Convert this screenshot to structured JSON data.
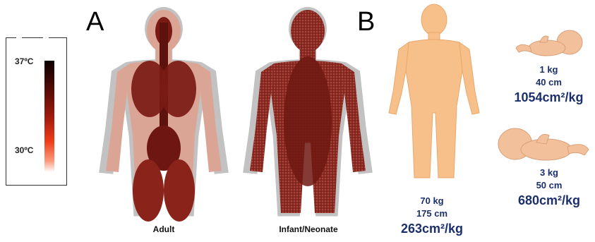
{
  "panels": {
    "a_label": "A",
    "b_label": "B"
  },
  "legend": {
    "top_label": "37ºC",
    "bottom_label": "30ºC",
    "colors": {
      "hot": "#0a0000",
      "mid": "#9e1a0c",
      "warm": "#ef3b18",
      "cool": "#ffffff"
    }
  },
  "panel_a": {
    "adult_caption": "Adult",
    "infant_caption": "Infant/Neonate"
  },
  "panel_b": {
    "adult": {
      "weight": "70 kg",
      "height": "175 cm",
      "ratio": "263cm²/kg"
    },
    "infant_1kg": {
      "weight": "1 kg",
      "height": "40 cm",
      "ratio": "1054cm²/kg"
    },
    "infant_3kg": {
      "weight": "3 kg",
      "height": "50 cm",
      "ratio": "680cm²/kg"
    }
  },
  "colors": {
    "skin": "#f7c08a",
    "halo": "#b8b8b8",
    "core": "#7a1a14",
    "shell": "#d9a79b",
    "stat_text": "#1b2f6b"
  }
}
